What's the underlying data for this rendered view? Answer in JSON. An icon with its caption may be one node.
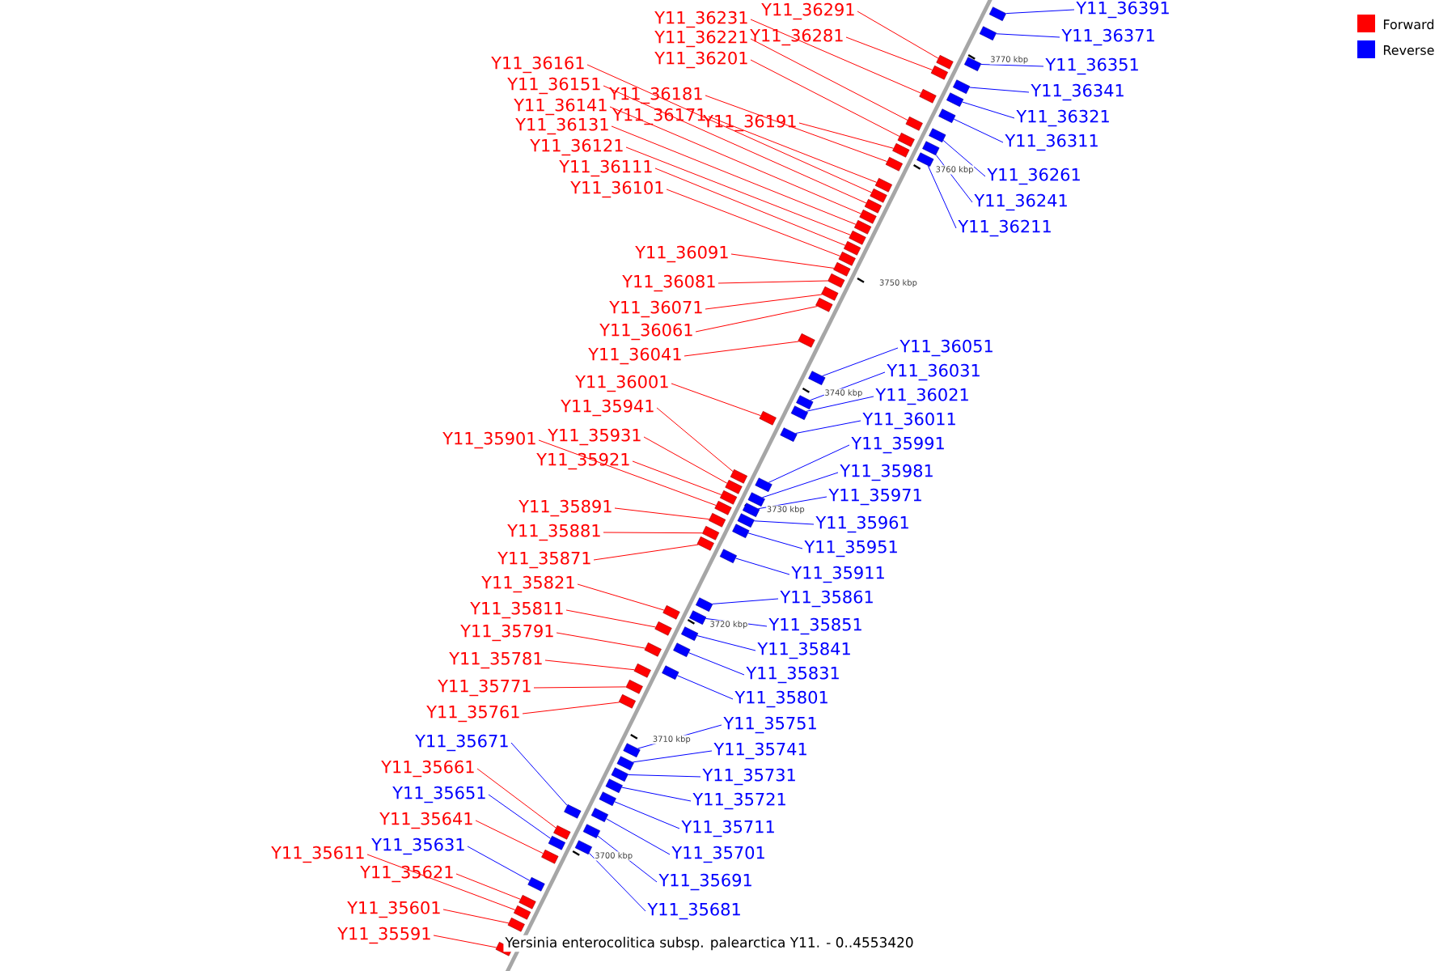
{
  "diagram": {
    "title": "Yersinia enterocolitica subsp. palearctica Y11. - 0..4553420",
    "nodes": [
      {
        "text": [
          "Y11_36391"
        ]
      },
      {
        "text": [
          "Y11_36291"
        ]
      },
      {
        "text": [
          "Y11_36231"
        ]
      },
      {
        "text": [
          "Y11_36281"
        ]
      },
      {
        "text": [
          "Y11_36371"
        ]
      },
      {
        "text": [
          "Y11_36221"
        ]
      },
      {
        "text": [
          "Y11_36201"
        ]
      },
      {
        "text": [
          "Y11_36161"
        ]
      },
      {
        "text": [
          "Y11_36351"
        ]
      },
      {
        "text": [
          "Y11_36151"
        ]
      },
      {
        "text": [
          "Y11_36341"
        ]
      },
      {
        "text": [
          "Y11_36181"
        ]
      },
      {
        "text": [
          "Y11_36141"
        ]
      },
      {
        "text": [
          "Y11_36171"
        ]
      },
      {
        "text": [
          "Y11_36321"
        ]
      },
      {
        "text": [
          "Y11_36191"
        ]
      },
      {
        "text": [
          "Y11_36131"
        ]
      },
      {
        "text": [
          "Y11_36311"
        ]
      },
      {
        "text": [
          "Y11_36121"
        ]
      },
      {
        "text": [
          "Y11_36111"
        ]
      },
      {
        "text": [
          "Y11_36261"
        ]
      },
      {
        "text": [
          "Y11_36101"
        ]
      },
      {
        "text": [
          "Y11_36241"
        ]
      },
      {
        "text": [
          "Y11_36211"
        ]
      },
      {
        "text": [
          "Y11_36091"
        ]
      },
      {
        "text": [
          "Y11_36081"
        ]
      },
      {
        "text": [
          "Y11_36071"
        ]
      },
      {
        "text": [
          "Y11_36061"
        ]
      },
      {
        "text": [
          "Y11_36051"
        ]
      },
      {
        "text": [
          "Y11_36041"
        ]
      },
      {
        "text": [
          "Y11_36031"
        ]
      },
      {
        "text": [
          "Y11_36001"
        ]
      },
      {
        "text": [
          "Y11_36021"
        ]
      },
      {
        "text": [
          "Y11_35941"
        ]
      },
      {
        "text": [
          "Y11_36011"
        ]
      },
      {
        "text": [
          "Y11_35931"
        ]
      },
      {
        "text": [
          "Y11_35901"
        ]
      },
      {
        "text": [
          "Y11_35991"
        ]
      },
      {
        "text": [
          "Y11_35921"
        ]
      },
      {
        "text": [
          "Y11_35981"
        ]
      },
      {
        "text": [
          "Y11_35971"
        ]
      },
      {
        "text": [
          "Y11_35891"
        ]
      },
      {
        "text": [
          "Y11_35961"
        ]
      },
      {
        "text": [
          "Y11_35881"
        ]
      },
      {
        "text": [
          "Y11_35951"
        ]
      },
      {
        "text": [
          "Y11_35871"
        ]
      },
      {
        "text": [
          "Y11_35911"
        ]
      },
      {
        "text": [
          "Y11_35821"
        ]
      },
      {
        "text": [
          "Y11_35861"
        ]
      },
      {
        "text": [
          "Y11_35811"
        ]
      },
      {
        "text": [
          "Y11_35851"
        ]
      },
      {
        "text": [
          "Y11_35791"
        ]
      },
      {
        "text": [
          "Y11_35841"
        ]
      },
      {
        "text": [
          "Y11_35781"
        ]
      },
      {
        "text": [
          "Y11_35831"
        ]
      },
      {
        "text": [
          "Y11_35771"
        ]
      },
      {
        "text": [
          "Y11_35801"
        ]
      },
      {
        "text": [
          "Y11_35761"
        ]
      },
      {
        "text": [
          "Y11_35751"
        ]
      },
      {
        "text": [
          "Y11_35671"
        ]
      },
      {
        "text": [
          "Y11_35741"
        ]
      },
      {
        "text": [
          "Y11_35661"
        ]
      },
      {
        "text": [
          "Y11_35731"
        ]
      },
      {
        "text": [
          "Y11_35651"
        ]
      },
      {
        "text": [
          "Y11_35721"
        ]
      },
      {
        "text": [
          "Y11_35641"
        ]
      },
      {
        "text": [
          "Y11_35711"
        ]
      },
      {
        "text": [
          "Y11_35631"
        ]
      },
      {
        "text": [
          "Y11_35611"
        ]
      },
      {
        "text": [
          "Y11_35701"
        ]
      },
      {
        "text": [
          "Y11_35621"
        ]
      },
      {
        "text": [
          "Y11_35691"
        ]
      },
      {
        "text": [
          "Y11_35601"
        ]
      },
      {
        "text": [
          "Y11_35681"
        ]
      },
      {
        "text": [
          "Y11_35591"
        ]
      },
      {
        "text": [],
        "shape": "box"
      },
      {
        "text": [],
        "shape": "box"
      },
      {
        "text": [],
        "shape": "box"
      },
      {
        "text": [],
        "shape": "box"
      },
      {
        "text": [],
        "shape": "box"
      },
      {
        "text": [],
        "shape": "box"
      },
      {
        "text": [],
        "shape": "box"
      },
      {
        "text": [],
        "shape": "box"
      },
      {
        "text": [],
        "shape": "box"
      },
      {
        "text": [],
        "shape": "box"
      },
      {
        "text": [],
        "shape": "box"
      },
      {
        "text": [],
        "shape": "box"
      },
      {
        "text": [],
        "shape": "box"
      },
      {
        "text": [],
        "shape": "box"
      },
      {
        "text": [],
        "shape": "box"
      },
      {
        "text": [],
        "shape": "box"
      },
      {
        "text": [],
        "shape": "box"
      },
      {
        "text": [],
        "shape": "box"
      },
      {
        "text": [],
        "shape": "box"
      },
      {
        "text": [],
        "shape": "box"
      },
      {
        "text": [],
        "shape": "box"
      },
      {
        "text": [],
        "shape": "box"
      },
      {
        "text": [],
        "shape": "box"
      },
      {
        "text": [],
        "shape": "box"
      },
      {
        "text": [],
        "shape": "box"
      },
      {
        "text": [],
        "shape": "box"
      },
      {
        "text": [],
        "shape": "box"
      },
      {
        "text": [],
        "shape": "box"
      },
      {
        "text": [],
        "shape": "box"
      },
      {
        "text": [],
        "shape": "box"
      },
      {
        "text": [],
        "shape": "box"
      },
      {
        "text": [],
        "shape": "box"
      },
      {
        "text": [],
        "shape": "box"
      },
      {
        "text": [],
        "shape": "box"
      },
      {
        "text": [],
        "shape": "box"
      },
      {
        "text": [],
        "shape": "box"
      },
      {
        "text": [],
        "shape": "box"
      },
      {
        "text": [],
        "shape": "box"
      },
      {
        "text": [],
        "shape": "box"
      },
      {
        "text": [],
        "shape": "box"
      },
      {
        "text": [],
        "shape": "box"
      },
      {
        "text": [],
        "shape": "box"
      },
      {
        "text": [],
        "shape": "box"
      },
      {
        "text": [],
        "shape": "box"
      },
      {
        "text": [],
        "shape": "box"
      },
      {
        "text": [],
        "shape": "box"
      },
      {
        "text": [],
        "shape": "box"
      },
      {
        "text": [],
        "shape": "box"
      },
      {
        "text": [],
        "shape": "box"
      },
      {
        "text": [],
        "shape": "box"
      },
      {
        "text": [],
        "shape": "box"
      },
      {
        "text": [],
        "shape": "box"
      },
      {
        "text": [],
        "shape": "box"
      },
      {
        "text": [],
        "shape": "box"
      },
      {
        "text": [],
        "shape": "box"
      },
      {
        "text": [],
        "shape": "box"
      },
      {
        "text": [],
        "shape": "box"
      },
      {
        "text": [],
        "shape": "box"
      },
      {
        "text": [],
        "shape": "box"
      },
      {
        "text": [],
        "shape": "box"
      },
      {
        "text": [],
        "shape": "box"
      },
      {
        "text": [],
        "shape": "box"
      },
      {
        "text": [],
        "shape": "box"
      },
      {
        "text": [],
        "shape": "box"
      },
      {
        "text": [],
        "shape": "box"
      },
      {
        "text": [],
        "shape": "box"
      },
      {
        "text": [],
        "shape": "box"
      },
      {
        "text": [],
        "shape": "box"
      },
      {
        "text": [],
        "shape": "box"
      },
      {
        "text": [],
        "shape": "box"
      },
      {
        "text": [],
        "shape": "box"
      },
      {
        "text": [],
        "shape": "box"
      },
      {
        "text": [],
        "shape": "box"
      },
      {
        "text": [],
        "shape": "box"
      },
      {
        "text": [],
        "shape": "box"
      }
    ],
    "edges": [
      {
        "from": 0,
        "to": 75,
        "arrow": "none",
        "color": "#0000ff"
      },
      {
        "from": 1,
        "to": 76,
        "arrow": "none",
        "color": "#ff0000"
      },
      {
        "from": 2,
        "to": 77,
        "arrow": "none",
        "color": "#ff0000"
      },
      {
        "from": 3,
        "to": 78,
        "arrow": "none",
        "color": "#ff0000"
      },
      {
        "from": 4,
        "to": 79,
        "arrow": "none",
        "color": "#0000ff"
      },
      {
        "from": 5,
        "to": 80,
        "arrow": "none",
        "color": "#ff0000"
      },
      {
        "from": 6,
        "to": 81,
        "arrow": "none",
        "color": "#ff0000"
      },
      {
        "from": 7,
        "to": 82,
        "arrow": "none",
        "color": "#ff0000"
      },
      {
        "from": 8,
        "to": 83,
        "arrow": "none",
        "color": "#0000ff"
      },
      {
        "from": 9,
        "to": 84,
        "arrow": "none",
        "color": "#ff0000"
      },
      {
        "from": 10,
        "to": 85,
        "arrow": "none",
        "color": "#0000ff"
      },
      {
        "from": 11,
        "to": 86,
        "arrow": "none",
        "color": "#ff0000"
      },
      {
        "from": 12,
        "to": 87,
        "arrow": "none",
        "color": "#ff0000"
      },
      {
        "from": 13,
        "to": 88,
        "arrow": "none",
        "color": "#ff0000"
      },
      {
        "from": 14,
        "to": 89,
        "arrow": "none",
        "color": "#0000ff"
      },
      {
        "from": 15,
        "to": 90,
        "arrow": "none",
        "color": "#ff0000"
      },
      {
        "from": 16,
        "to": 91,
        "arrow": "none",
        "color": "#ff0000"
      },
      {
        "from": 17,
        "to": 92,
        "arrow": "none",
        "color": "#0000ff"
      },
      {
        "from": 18,
        "to": 93,
        "arrow": "none",
        "color": "#ff0000"
      },
      {
        "from": 19,
        "to": 94,
        "arrow": "none",
        "color": "#ff0000"
      },
      {
        "from": 20,
        "to": 95,
        "arrow": "none",
        "color": "#0000ff"
      },
      {
        "from": 21,
        "to": 96,
        "arrow": "none",
        "color": "#ff0000"
      },
      {
        "from": 22,
        "to": 97,
        "arrow": "none",
        "color": "#0000ff"
      },
      {
        "from": 23,
        "to": 98,
        "arrow": "none",
        "color": "#0000ff"
      },
      {
        "from": 24,
        "to": 99,
        "arrow": "none",
        "color": "#ff0000"
      },
      {
        "from": 25,
        "to": 100,
        "arrow": "none",
        "color": "#ff0000"
      },
      {
        "from": 26,
        "to": 101,
        "arrow": "none",
        "color": "#ff0000"
      },
      {
        "from": 27,
        "to": 102,
        "arrow": "none",
        "color": "#ff0000"
      },
      {
        "from": 28,
        "to": 103,
        "arrow": "none",
        "color": "#0000ff"
      },
      {
        "from": 29,
        "to": 104,
        "arrow": "none",
        "color": "#ff0000"
      },
      {
        "from": 30,
        "to": 105,
        "arrow": "none",
        "color": "#0000ff"
      },
      {
        "from": 31,
        "to": 106,
        "arrow": "none",
        "color": "#ff0000"
      },
      {
        "from": 32,
        "to": 107,
        "arrow": "none",
        "color": "#0000ff"
      },
      {
        "from": 33,
        "to": 108,
        "arrow": "none",
        "color": "#ff0000"
      },
      {
        "from": 34,
        "to": 109,
        "arrow": "none",
        "color": "#0000ff"
      },
      {
        "from": 35,
        "to": 110,
        "arrow": "none",
        "color": "#ff0000"
      },
      {
        "from": 36,
        "to": 111,
        "arrow": "none",
        "color": "#ff0000"
      },
      {
        "from": 37,
        "to": 112,
        "arrow": "none",
        "color": "#0000ff"
      },
      {
        "from": 38,
        "to": 113,
        "arrow": "none",
        "color": "#ff0000"
      },
      {
        "from": 39,
        "to": 114,
        "arrow": "none",
        "color": "#0000ff"
      },
      {
        "from": 40,
        "to": 115,
        "arrow": "none",
        "color": "#0000ff"
      },
      {
        "from": 41,
        "to": 116,
        "arrow": "none",
        "color": "#ff0000"
      },
      {
        "from": 42,
        "to": 117,
        "arrow": "none",
        "color": "#0000ff"
      },
      {
        "from": 43,
        "to": 118,
        "arrow": "none",
        "color": "#ff0000"
      },
      {
        "from": 44,
        "to": 119,
        "arrow": "none",
        "color": "#0000ff"
      },
      {
        "from": 45,
        "to": 120,
        "arrow": "none",
        "color": "#ff0000"
      },
      {
        "from": 46,
        "to": 121,
        "arrow": "none",
        "color": "#0000ff"
      },
      {
        "from": 47,
        "to": 122,
        "arrow": "none",
        "color": "#ff0000"
      },
      {
        "from": 48,
        "to": 123,
        "arrow": "none",
        "color": "#0000ff"
      },
      {
        "from": 49,
        "to": 124,
        "arrow": "none",
        "color": "#ff0000"
      },
      {
        "from": 50,
        "to": 125,
        "arrow": "none",
        "color": "#0000ff"
      },
      {
        "from": 51,
        "to": 126,
        "arrow": "none",
        "color": "#ff0000"
      },
      {
        "from": 52,
        "to": 127,
        "arrow": "none",
        "color": "#0000ff"
      },
      {
        "from": 53,
        "to": 128,
        "arrow": "none",
        "color": "#ff0000"
      },
      {
        "from": 54,
        "to": 129,
        "arrow": "none",
        "color": "#0000ff"
      },
      {
        "from": 55,
        "to": 130,
        "arrow": "none",
        "color": "#ff0000"
      },
      {
        "from": 56,
        "to": 131,
        "arrow": "none",
        "color": "#0000ff"
      },
      {
        "from": 57,
        "to": 132,
        "arrow": "none",
        "color": "#ff0000"
      },
      {
        "from": 58,
        "to": 133,
        "arrow": "none",
        "color": "#0000ff"
      },
      {
        "from": 59,
        "to": 134,
        "arrow": "none",
        "color": "#0000ff"
      },
      {
        "from": 60,
        "to": 135,
        "arrow": "none",
        "color": "#0000ff"
      },
      {
        "from": 61,
        "to": 136,
        "arrow": "none",
        "color": "#ff0000"
      },
      {
        "from": 62,
        "to": 137,
        "arrow": "none",
        "color": "#0000ff"
      },
      {
        "from": 63,
        "to": 138,
        "arrow": "none",
        "color": "#0000ff"
      },
      {
        "from": 64,
        "to": 139,
        "arrow": "none",
        "color": "#0000ff"
      },
      {
        "from": 65,
        "to": 140,
        "arrow": "none",
        "color": "#ff0000"
      },
      {
        "from": 66,
        "to": 141,
        "arrow": "none",
        "color": "#0000ff"
      },
      {
        "from": 67,
        "to": 142,
        "arrow": "none",
        "color": "#0000ff"
      },
      {
        "from": 68,
        "to": 143,
        "arrow": "none",
        "color": "#ff0000"
      },
      {
        "from": 69,
        "to": 144,
        "arrow": "none",
        "color": "#0000ff"
      },
      {
        "from": 70,
        "to": 145,
        "arrow": "none",
        "color": "#ff0000"
      },
      {
        "from": 71,
        "to": 146,
        "arrow": "none",
        "color": "#0000ff"
      },
      {
        "from": 72,
        "to": 147,
        "arrow": "none",
        "color": "#ff0000"
      },
      {
        "from": 73,
        "to": 148,
        "arrow": "none",
        "color": "#0000ff"
      },
      {
        "from": 74,
        "to": 149,
        "arrow": "none",
        "color": "#ff0000"
      }
    ],
    "labels": [
      "3770 kbp",
      "3760 kbp",
      "3750 kbp",
      "3740 kbp",
      "3730 kbp",
      "3720 kbp",
      "3710 kbp",
      "3700 kbp"
    ],
    "legend": [
      {
        "text": "Forward",
        "color": "#ff0000"
      },
      {
        "text": "Reverse",
        "color": "#0000ff"
      }
    ]
  }
}
